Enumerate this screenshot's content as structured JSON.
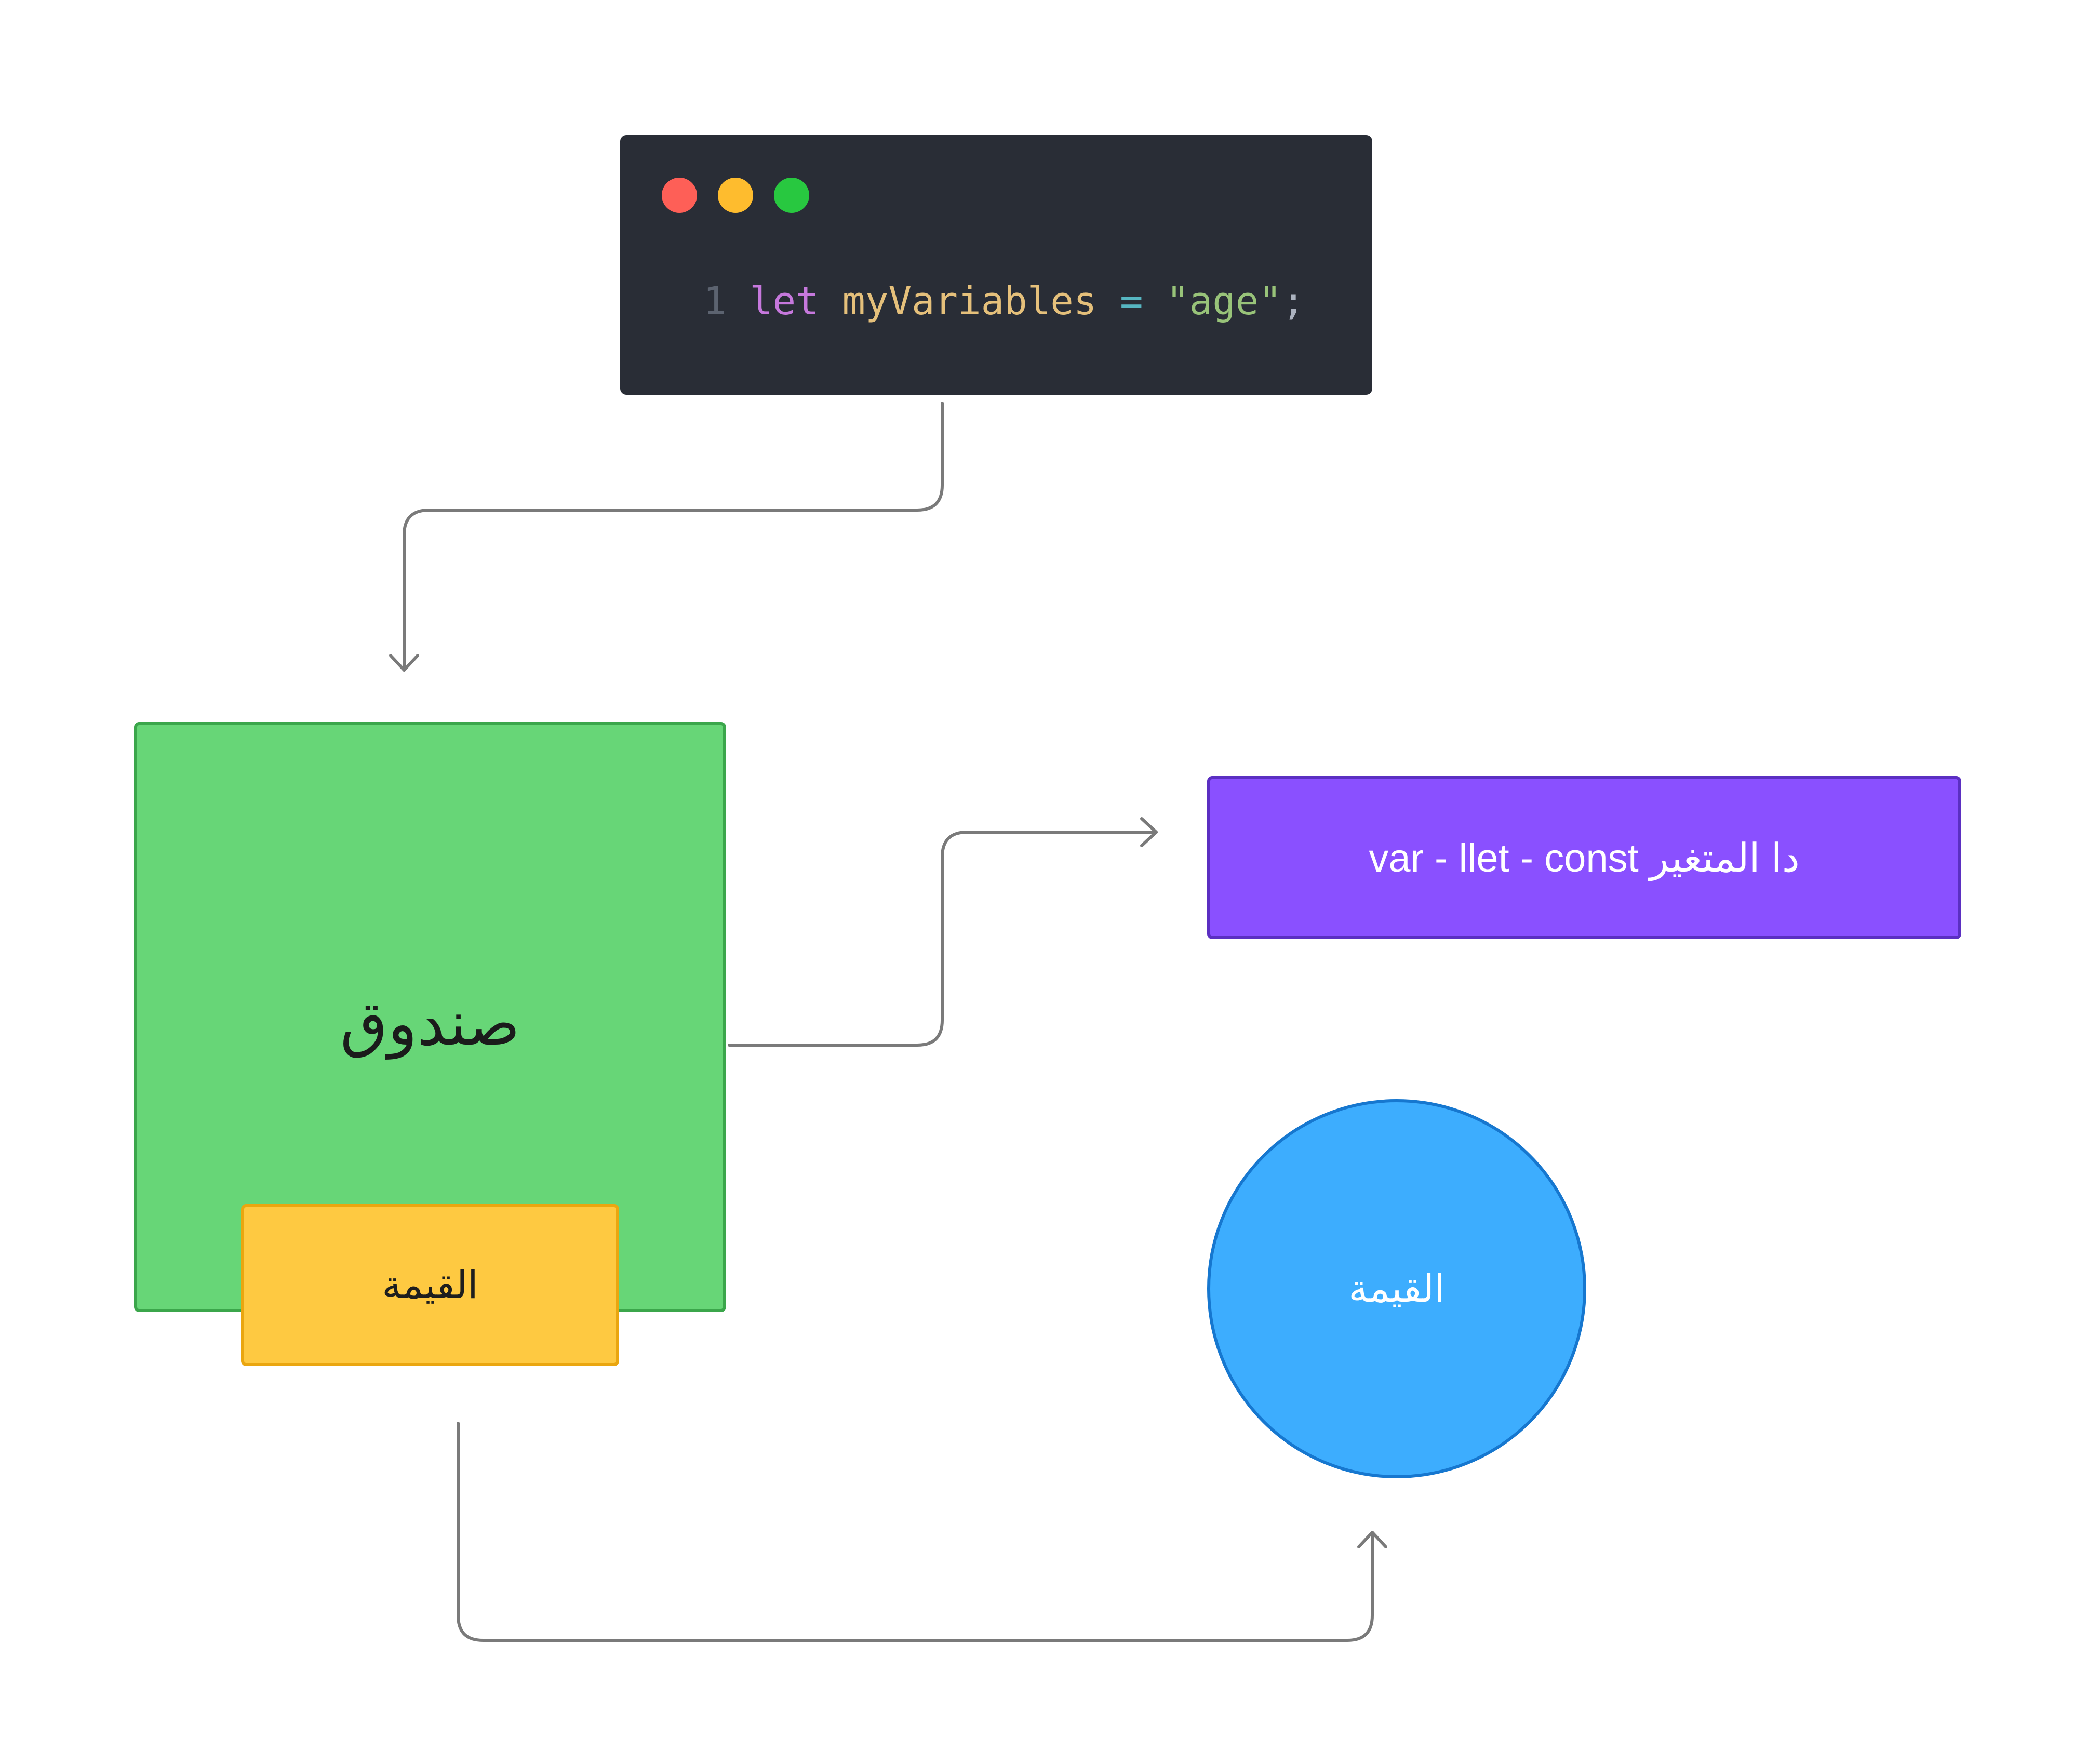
{
  "code_window": {
    "line_number": "1",
    "keyword": "let",
    "identifier": "myVariables",
    "operator": "=",
    "string": "\"age\"",
    "terminator": ";"
  },
  "green_box": {
    "label": "صندوق"
  },
  "yellow_box": {
    "label": "القيمة"
  },
  "purple_box": {
    "label": "دا المتغير var - llet - const"
  },
  "blue_circle": {
    "label": "القيمة"
  },
  "colors": {
    "code_bg": "#292d36",
    "green": "#67d677",
    "yellow": "#fec941",
    "purple": "#8a50ff",
    "blue": "#3dadfe",
    "connector": "#7a7a7a"
  }
}
